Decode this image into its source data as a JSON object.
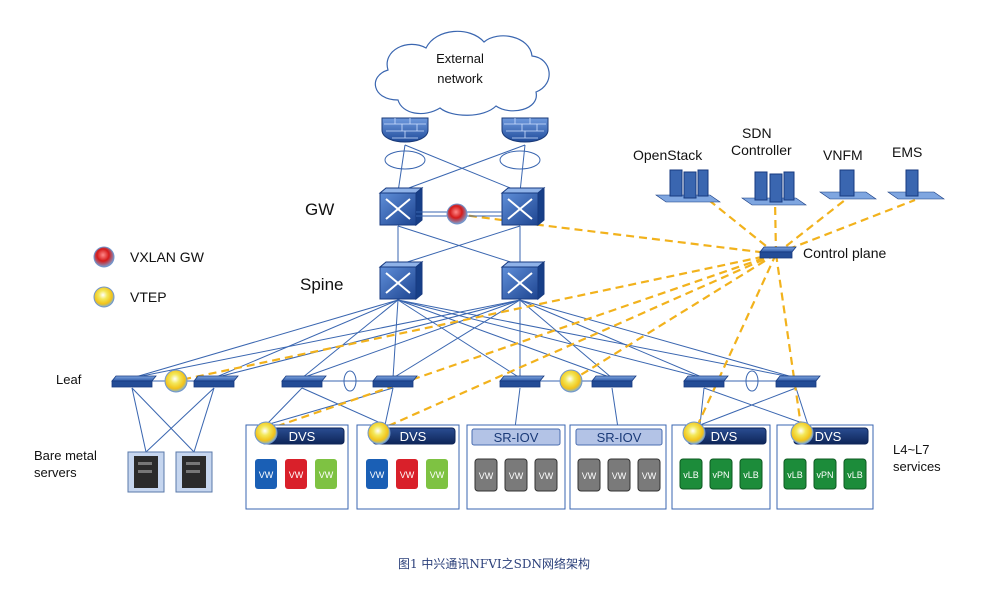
{
  "cloud": {
    "line1": "External",
    "line2": "network"
  },
  "tiers": {
    "gw": "GW",
    "spine": "Spine",
    "leaf": "Leaf"
  },
  "management": {
    "openstack": "OpenStack",
    "sdn_line1": "SDN",
    "sdn_line2": "Controller",
    "vnfm": "VNFM",
    "ems": "EMS",
    "control_plane": "Control plane"
  },
  "legend": {
    "vxlan_gw": "VXLAN GW",
    "vtep": "VTEP"
  },
  "bare_metal": {
    "line1": "Bare metal",
    "line2": "servers"
  },
  "services": {
    "line1": "L4~L7",
    "line2": "services"
  },
  "groups": [
    {
      "header": "DVS",
      "vms": [
        "VW",
        "VW",
        "VW"
      ]
    },
    {
      "header": "DVS",
      "vms": [
        "VW",
        "VW",
        "VW"
      ]
    },
    {
      "header": "SR-IOV",
      "vms": [
        "VW",
        "VW",
        "VW"
      ]
    },
    {
      "header": "SR-IOV",
      "vms": [
        "VW",
        "VW",
        "VW"
      ]
    },
    {
      "header": "DVS",
      "vms": [
        "vLB",
        "vPN",
        "vLB"
      ]
    },
    {
      "header": "DVS",
      "vms": [
        "vLB",
        "vPN",
        "vLB"
      ]
    }
  ],
  "caption": "图1 中兴通讯NFVI之SDN网络架构",
  "colors": {
    "link": "#3a66b0",
    "control_link": "#f2b21c",
    "dvs_header": "#1a3a78",
    "sriov_header": "#b3c3e6",
    "vm_blue": "#1a5fb5",
    "vm_red": "#d9202a",
    "vm_green": "#7ec242",
    "vm_gray": "#7a7a7a",
    "vm_service": "#1c8c3a"
  }
}
